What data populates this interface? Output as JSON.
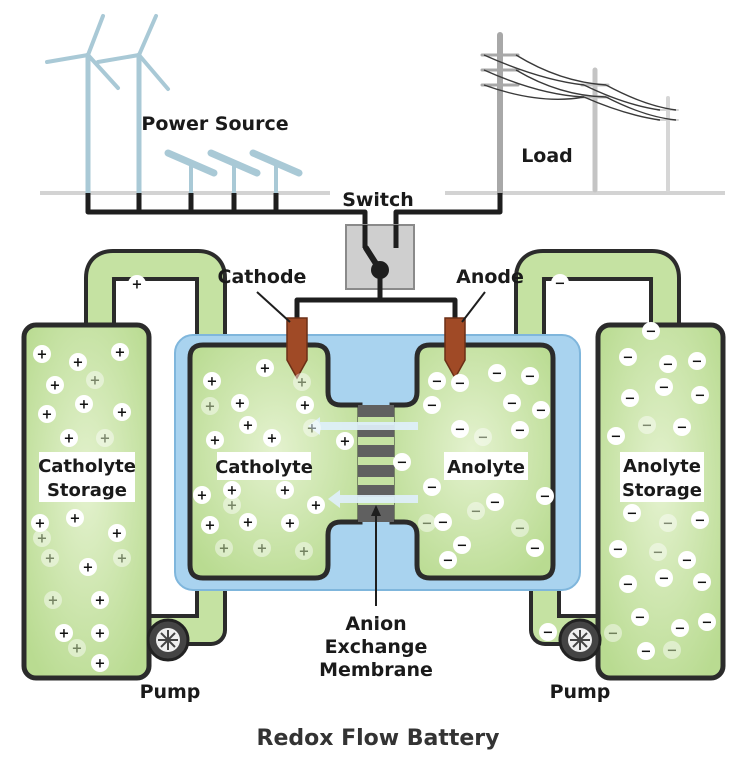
{
  "title": "Redox Flow Battery",
  "labels": {
    "power_source": "Power Source",
    "load": "Load",
    "switch": "Switch",
    "cathode": "Cathode",
    "anode": "Anode",
    "catholyte_storage_line1": "Catholyte",
    "catholyte_storage_line2": "Storage",
    "catholyte": "Catholyte",
    "anolyte": "Anolyte",
    "anolyte_storage_line1": "Anolyte",
    "anolyte_storage_line2": "Storage",
    "membrane_line1": "Anion",
    "membrane_line2": "Exchange",
    "membrane_line3": "Membrane",
    "pump_left": "Pump",
    "pump_right": "Pump"
  },
  "ion_symbols": {
    "positive": "+",
    "negative": "−"
  },
  "colors": {
    "electrolyte": "#c5e2a2",
    "outline": "#2b2b2b",
    "cell_water": "#a9d3ef",
    "electrode": "#a04a26",
    "turbine": "#a9c9d6",
    "pylon": "#a8a8a8",
    "switch_box": "#cfcfcf",
    "arrow": "#dff0fb",
    "membrane_dark": "#606060",
    "membrane_light": "#c5e2a2"
  },
  "icons": [
    "wind-turbine-icon",
    "solar-panel-icon",
    "power-pylon-icon",
    "switch-icon",
    "pump-icon",
    "flow-arrow-icon"
  ]
}
